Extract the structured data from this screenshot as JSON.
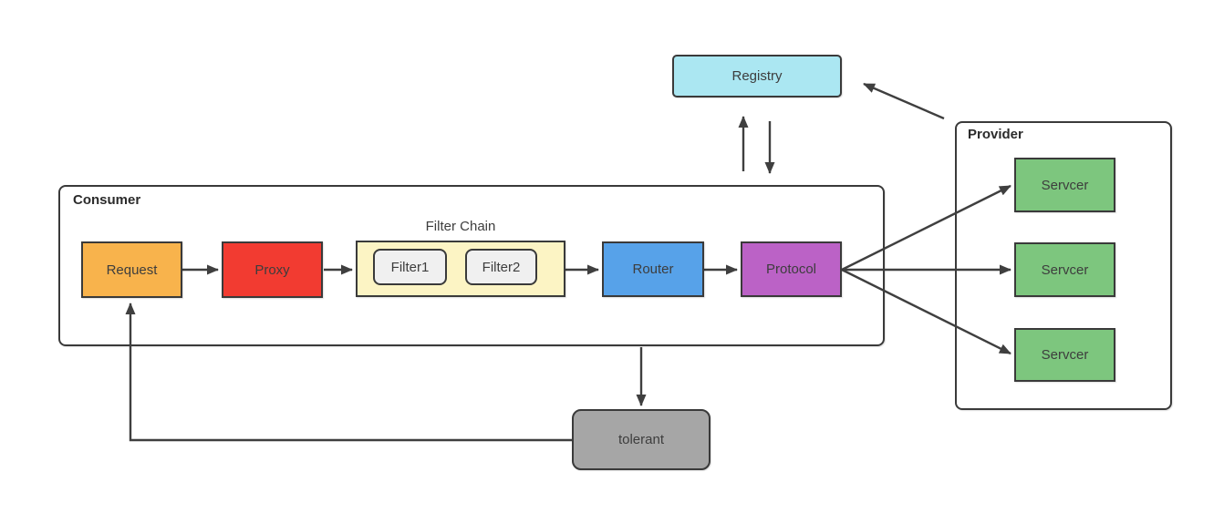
{
  "diagram": {
    "registry": {
      "label": "Registry"
    },
    "consumer": {
      "label": "Consumer",
      "nodes": {
        "request": {
          "label": "Request"
        },
        "proxy": {
          "label": "Proxy"
        },
        "filter_chain": {
          "title": "Filter Chain",
          "filters": [
            {
              "label": "Filter1"
            },
            {
              "label": "Filter2"
            }
          ]
        },
        "router": {
          "label": "Router"
        },
        "protocol": {
          "label": "Protocol"
        }
      }
    },
    "provider": {
      "label": "Provider",
      "servers": [
        {
          "label": "Servcer"
        },
        {
          "label": "Servcer"
        },
        {
          "label": "Servcer"
        }
      ]
    },
    "tolerant": {
      "label": "tolerant"
    }
  },
  "connections": [
    "Request -> Proxy",
    "Proxy -> Filter Chain",
    "Filter Chain -> Router",
    "Router -> Protocol",
    "Protocol -> Servcer (top)",
    "Protocol -> Servcer (middle)",
    "Protocol -> Servcer (bottom)",
    "Consumer -> Registry (up)",
    "Registry -> Consumer (down)",
    "Provider -> Registry",
    "Consumer -> tolerant",
    "tolerant -> Request (feedback loop)"
  ],
  "colors": {
    "registry_fill": "#ABE7F2",
    "request_fill": "#F8B34C",
    "proxy_fill": "#F23B31",
    "filter_chain_fill": "#FCF4C4",
    "filter_fill": "#F0F0F0",
    "router_fill": "#57A2E9",
    "protocol_fill": "#BB62C6",
    "server_fill": "#7DC67E",
    "tolerant_fill": "#A6A6A6",
    "border": "#3A3A3A",
    "arrow": "#3F3F3F",
    "text": "#3D3D3D"
  }
}
